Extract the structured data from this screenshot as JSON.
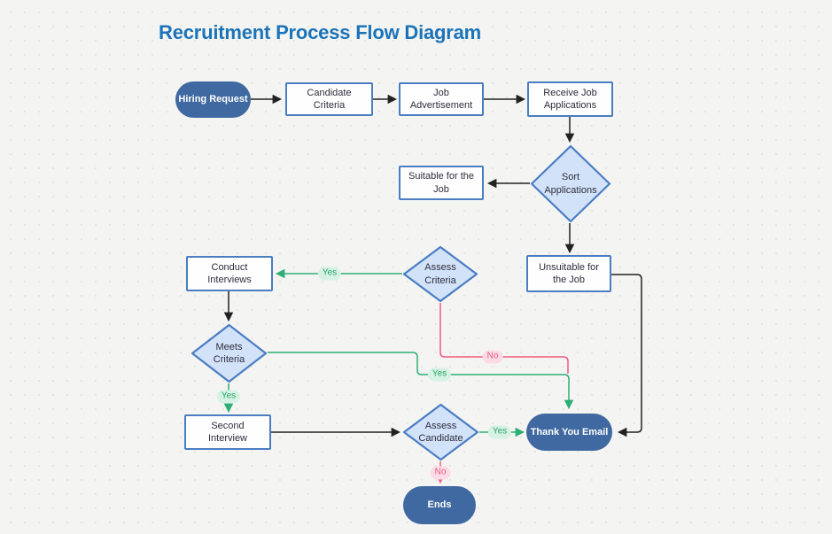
{
  "title": "Recruitment Process Flow Diagram",
  "nodes": {
    "hiring_request": {
      "label": "Hiring Request",
      "type": "start-terminator"
    },
    "candidate_criteria": {
      "label": "Candidate Criteria",
      "type": "process"
    },
    "job_advertisement": {
      "label": "Job Advertisement",
      "type": "process"
    },
    "receive_job_applications": {
      "label": "Receive Job Applications",
      "type": "process"
    },
    "sort_applications": {
      "label": "Sort Applications",
      "type": "decision"
    },
    "suitable_for_the_job": {
      "label": "Suitable for the Job",
      "type": "process"
    },
    "unsuitable_for_the_job": {
      "label": "Unsuitable for the Job",
      "type": "process"
    },
    "assess_criteria": {
      "label": "Assess Criteria",
      "type": "decision"
    },
    "conduct_interviews": {
      "label": "Conduct Interviews",
      "type": "process"
    },
    "meets_criteria": {
      "label": "Meets Criteria",
      "type": "decision"
    },
    "second_interview": {
      "label": "Second Interview",
      "type": "process"
    },
    "assess_candidate": {
      "label": "Assess Candidate",
      "type": "decision"
    },
    "thank_you_email": {
      "label": "Thank You Email",
      "type": "end-terminator"
    },
    "ends": {
      "label": "Ends",
      "type": "end-terminator"
    }
  },
  "edge_labels": {
    "assess_criteria_yes": "Yes",
    "assess_criteria_no": "No",
    "meets_criteria_yes_down": "Yes",
    "meets_criteria_yes_right": "Yes",
    "assess_candidate_yes": "Yes",
    "assess_candidate_no": "No"
  },
  "colors": {
    "title": "#1b73b8",
    "terminator_fill": "#3f69a0",
    "shape_border": "#4a7dc2",
    "diamond_fill": "#d2e2f8",
    "edge_black": "#222222",
    "edge_green": "#2fae74",
    "edge_red": "#ee5c80",
    "yes_badge_bg": "#d6f2e4",
    "no_badge_bg": "#fbdce6",
    "canvas_bg": "#f4f4f3"
  }
}
